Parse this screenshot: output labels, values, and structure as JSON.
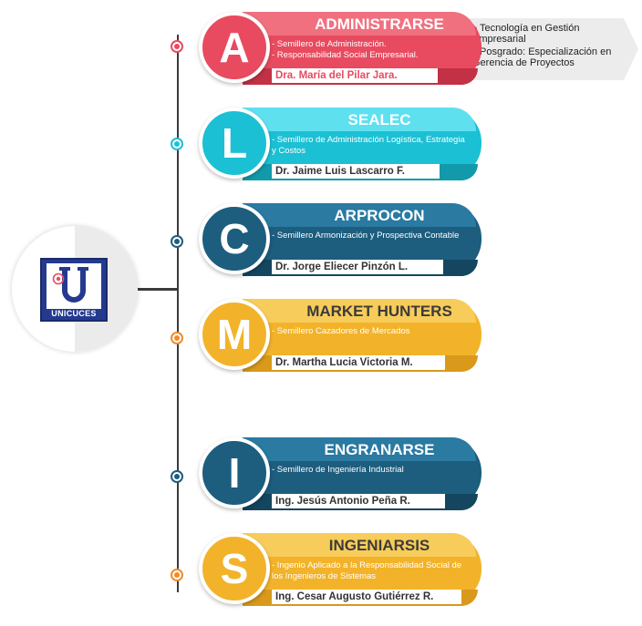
{
  "logo": {
    "label": "UNICUCES",
    "letter": "U"
  },
  "callout": {
    "items": [
      "Tecnología en Gestión Empresarial",
      "Posgrado: Especialización en Gerencia de Proyectos"
    ]
  },
  "cards": [
    {
      "letter": "A",
      "title": "ADMINISTRARSE",
      "desc": "- Semillero de Administración.\n- Responsabilidad Social Empresarial.",
      "director": "Dra. María del Pilar Jara.",
      "color": "#e84a5f",
      "light": "#f0707f",
      "dark": "#c23145",
      "dot": "#e84a5f",
      "director_color": "#e84a5f"
    },
    {
      "letter": "L",
      "title": "SEALEC",
      "desc": "- Semillero de Administración Logística, Estrategia y Costos",
      "director": "Dr. Jaime Luis Lascarro F.",
      "color": "#1cc0d4",
      "light": "#5fe0ef",
      "dark": "#129aab",
      "dot": "#1cc0d4",
      "director_color": "#333333"
    },
    {
      "letter": "C",
      "title": "ARPROCON",
      "desc": "- Semillero Armonización y Prospectiva Contable",
      "director": "Dr. Jorge Eliecer Pinzón L.",
      "color": "#1d5d7e",
      "light": "#2a7aa1",
      "dark": "#144660",
      "dot": "#1d5d7e",
      "director_color": "#333333"
    },
    {
      "letter": "M",
      "title": "MARKET HUNTERS",
      "desc": "- Semillero Cazadores de Mercados",
      "director": "Dr. Martha Lucia Victoria M.",
      "color": "#f2b32a",
      "light": "#f8cc5a",
      "dark": "#d9991b",
      "dot": "#f28a2a",
      "director_color": "#333333",
      "title_color": "#3b3b3b"
    },
    {
      "letter": "I",
      "title": "ENGRANARSE",
      "desc": "- Semillero de Ingeniería Industrial",
      "director": "Ing. Jesús Antonio Peña R.",
      "color": "#1d5d7e",
      "light": "#2a7aa1",
      "dark": "#144660",
      "dot": "#1d5d7e",
      "director_color": "#333333"
    },
    {
      "letter": "S",
      "title": "INGENIARSIS",
      "desc": "- Ingenio Aplicado a la Responsabilidad Social de los Ingenieros de Sistemas",
      "director": "Ing. Cesar Augusto Gutiérrez R.",
      "color": "#f2b32a",
      "light": "#f8cc5a",
      "dark": "#d9991b",
      "dot": "#f28a2a",
      "director_color": "#333333",
      "title_color": "#3b3b3b"
    }
  ]
}
